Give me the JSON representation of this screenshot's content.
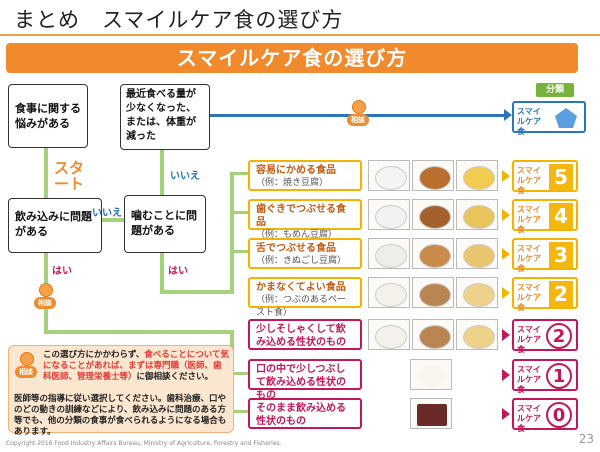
{
  "slide": {
    "title": "まとめ　スマイルケア食の選び方",
    "banner": "スマイルケア食の選び方",
    "page_number": "23",
    "footer": "Copyright 2016 Food Industry Affairs Bureau,   Ministry of Agriculture, Forestry and Fisheries."
  },
  "flow": {
    "q1": "食事に関する悩みがある",
    "start": "スタート",
    "q2": "飲み込みに問題がある",
    "q3": "噛むことに問題がある",
    "q4": "最近食べる量が少なくなった、または、体重が減った",
    "no": "いいえ",
    "yes": "はい",
    "consult": "相談",
    "category_header": "分類"
  },
  "rows": [
    {
      "name": "容易にかめる食品",
      "example": "（例：焼き豆腐）",
      "category": "スマイルケア食",
      "number": "5",
      "color": "yellow"
    },
    {
      "name": "歯ぐきでつぶせる食品",
      "example": "（例：もめん豆腐）",
      "category": "スマイルケア食",
      "number": "4",
      "color": "yellow"
    },
    {
      "name": "舌でつぶせる食品",
      "example": "（例：きぬごし豆腐）",
      "category": "スマイルケア食",
      "number": "3",
      "color": "yellow"
    },
    {
      "name": "かまなくてよい食品",
      "example": "（例：つぶのあるペースト食）",
      "category": "スマイルケア食",
      "number": "2",
      "color": "yellow"
    },
    {
      "name": "少しそしゃくして飲み込める性状のもの",
      "example": "",
      "category": "スマイルケア食",
      "number": "2",
      "color": "red"
    },
    {
      "name": "口の中で少しつぶして飲み込める性状のもの",
      "example": "",
      "category": "スマイルケア食",
      "number": "1",
      "color": "red"
    },
    {
      "name": "そのまま飲み込める性状のもの",
      "example": "",
      "category": "スマイルケア食",
      "number": "0",
      "color": "red"
    }
  ],
  "blue_category": "スマイルケア食",
  "note": {
    "consult": "相談",
    "part1": "この選び方にかかわらず、",
    "part2": "食べることについて気になることがあれば、まずは専門職（医師、歯科医師、管理栄養士等）",
    "part3": "に御相談ください。",
    "part4": "医師等の指導に従い選択してください。歯科治療、口やのどの動きの訓練などにより、飲み込みに問題のある方等でも、他の分類の食事が食べられるようになる場合もあります。"
  },
  "colors": {
    "orange": "#f08a2c",
    "yellow": "#f5b60d",
    "magenta": "#c2185b",
    "green": "#a5d07c",
    "blue": "#2e75b6"
  }
}
